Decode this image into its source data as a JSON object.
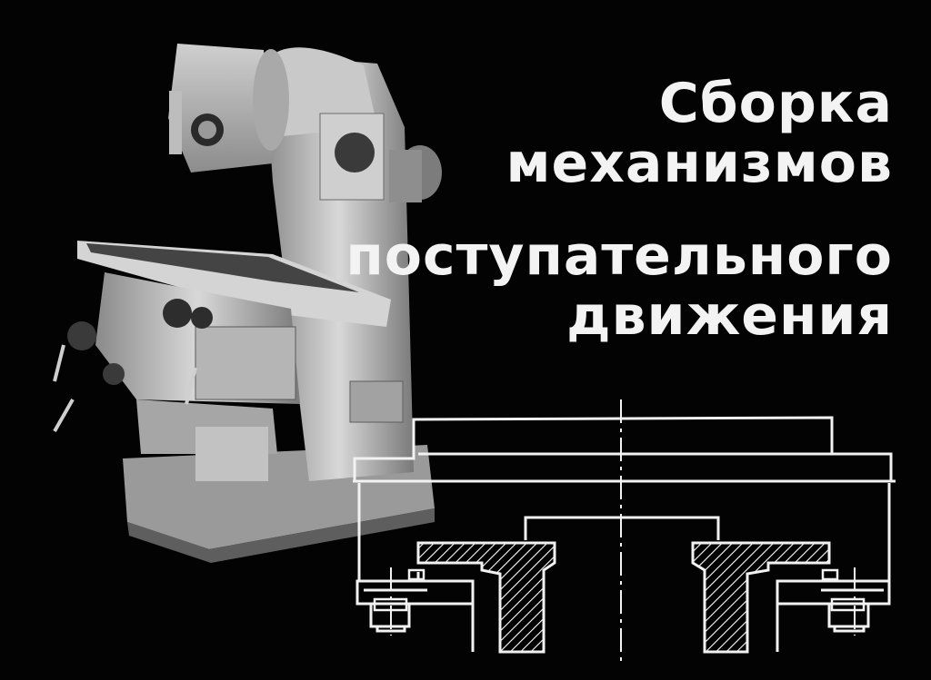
{
  "title": {
    "line1": "Сборка",
    "line2": "механизмов",
    "line3": "поступательного",
    "line4": "движения"
  },
  "images": {
    "machine_photo": "milling-machine",
    "drawing": "slide-assembly-cross-section"
  }
}
